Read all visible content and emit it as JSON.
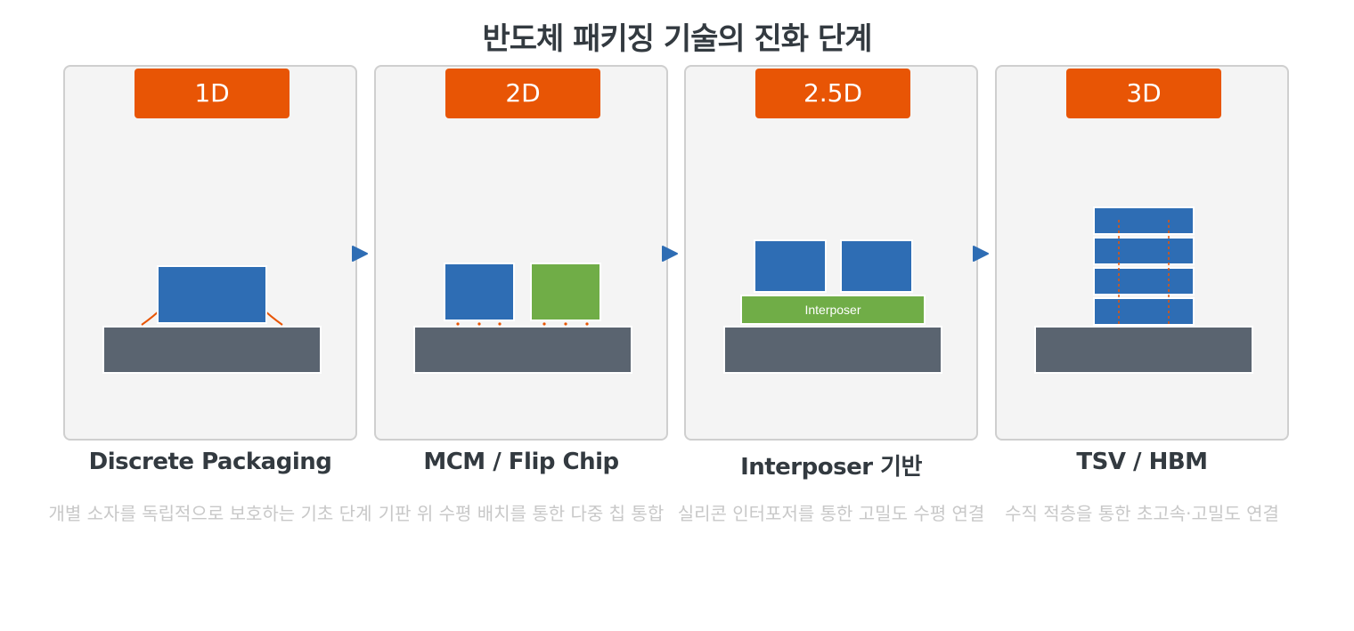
{
  "title": "반도체 패키징 기술의 진화 단계",
  "colors": {
    "badge": "#e85505",
    "chip_blue": "#2e6db4",
    "chip_green": "#70ad47",
    "substrate": "#5a6470",
    "wire": "#e85505",
    "panel_bg": "#f4f4f4",
    "arrow": "#2e6db4"
  },
  "stages": [
    {
      "badge": "1D",
      "caption": "Discrete Packaging",
      "description": "개별 소자를 독립적으로 보호하는 기초 단계"
    },
    {
      "badge": "2D",
      "caption": "MCM / Flip Chip",
      "description": "기판 위 수평 배치를 통한 다중 칩 통합"
    },
    {
      "badge": "2.5D",
      "caption": "Interposer 기반",
      "description": "실리콘 인터포저를 통한 고밀도 수평 연결",
      "interposer_label": "Interposer"
    },
    {
      "badge": "3D",
      "caption": "TSV / HBM",
      "description": "수직 적층을 통한 초고속·고밀도 연결"
    }
  ]
}
